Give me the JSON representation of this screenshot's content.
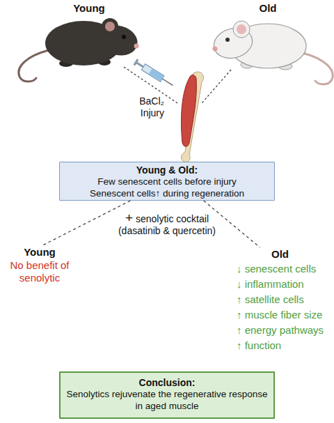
{
  "diagram": {
    "nodes": [
      {
        "text": [
          "Young & Old:",
          "Few senescent cells before injury",
          "Senescent cells↑ during regeneration"
        ]
      },
      {
        "text": [
          "Young",
          "No benefit of senolytic"
        ]
      },
      {
        "text": [
          "Old",
          "↓ senescent cells",
          "↓ inflammation",
          "↑ satellite cells",
          "↑ muscle fiber size",
          "↑ energy pathways",
          "↑ function"
        ]
      },
      {
        "text": [
          "Conclusion:",
          "Senolytics rejuvenate the regenerative response in aged muscle"
        ]
      }
    ],
    "edges": [
      {
        "from": 0,
        "to": 1,
        "arrow": "none"
      },
      {
        "from": 0,
        "to": 2,
        "arrow": "none"
      }
    ],
    "labels": [
      "Young",
      "Old",
      "BaCl₂ Injury",
      "+ senolytic cocktail (dasatinib & quercetin)"
    ]
  }
}
